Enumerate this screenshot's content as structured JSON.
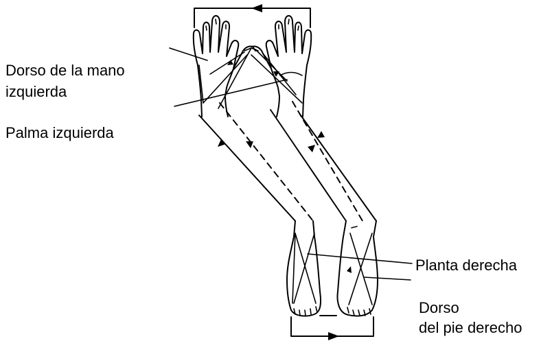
{
  "labels": {
    "left_hand_back_line1": "Dorso de la mano",
    "left_hand_back_line2": "izquierda",
    "left_palm": "Palma izquierda",
    "right_sole": "Planta derecha",
    "right_foot_back_line1": "Dorso",
    "right_foot_back_line2": "del pie derecho"
  },
  "colors": {
    "ink": "#000000",
    "background": "#ffffff"
  }
}
